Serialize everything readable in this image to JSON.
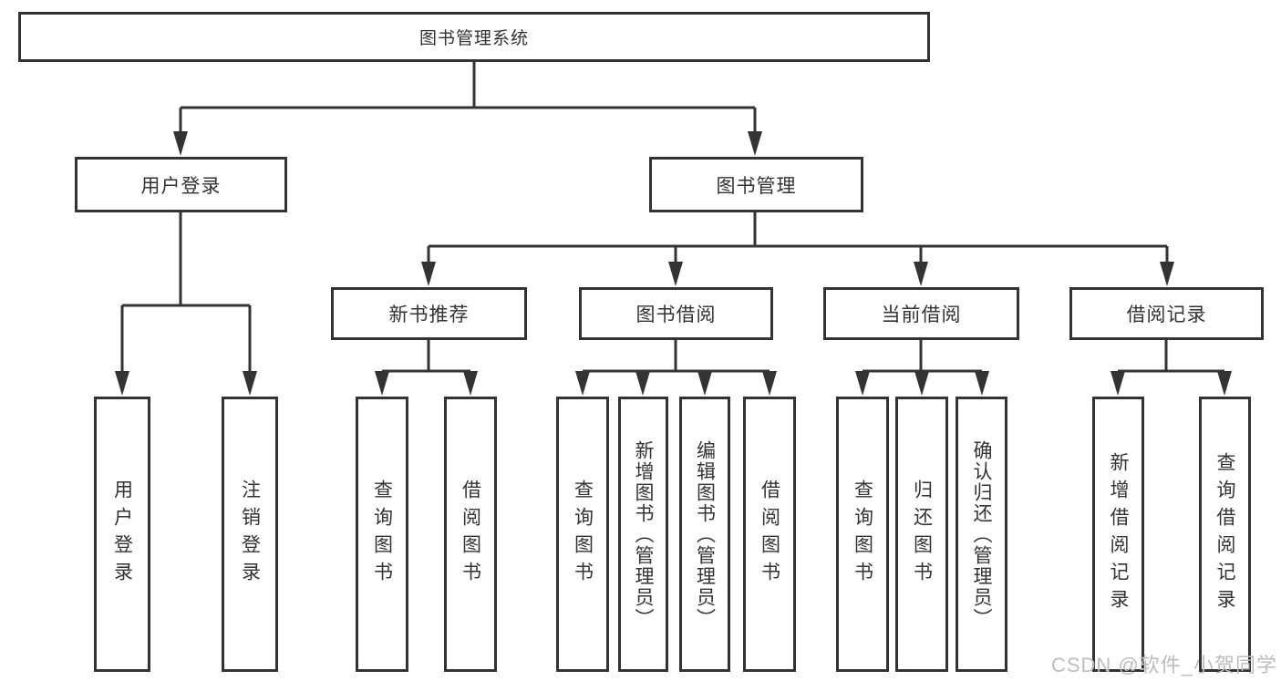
{
  "diagram": {
    "nodes": {
      "root": "图书管理系统",
      "user_login": "用户登录",
      "book_mgmt": "图书管理",
      "new_book_rec": "新书推荐",
      "book_borrow": "图书借阅",
      "current_borrow": "当前借阅",
      "borrow_records": "借阅记录",
      "leaf_user_login": "用户登录",
      "leaf_logout": "注销登录",
      "leaf_query_book_1": "查询图书",
      "leaf_borrow_book_1": "借阅图书",
      "leaf_query_book_2": "查询图书",
      "leaf_add_book_admin": "新增图书（管理员）",
      "leaf_edit_book_admin": "编辑图书（管理员）",
      "leaf_borrow_book_2": "借阅图书",
      "leaf_query_book_3": "查询图书",
      "leaf_return_book": "归还图书",
      "leaf_confirm_return_admin": "确认归还（管理员）",
      "leaf_add_borrow_record": "新增借阅记录",
      "leaf_query_borrow_record": "查询借阅记录"
    },
    "watermark": "CSDN @软件_小贺同学",
    "colors": {
      "line": "#333333",
      "text": "#333333",
      "watermark": "#bdbdbd"
    }
  }
}
